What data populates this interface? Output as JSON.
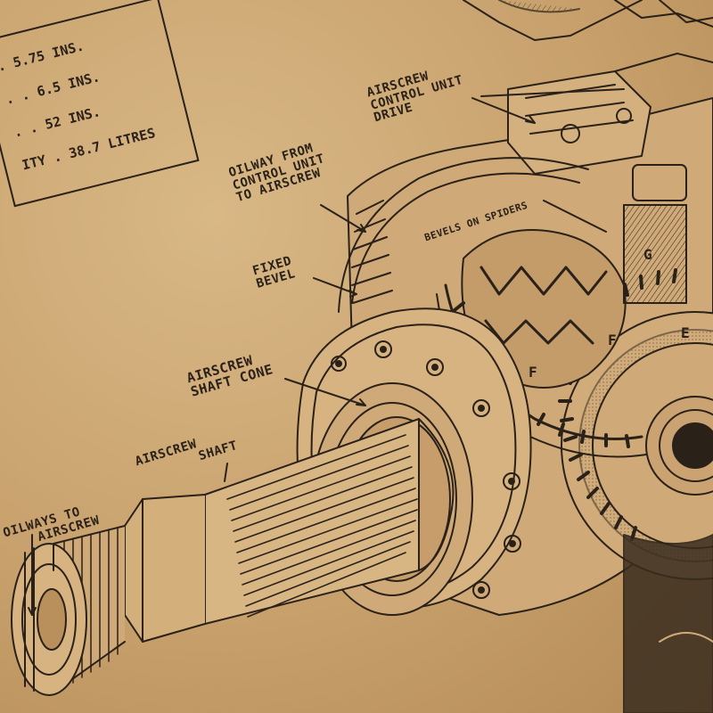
{
  "specs": {
    "line1": ". 5.75 INS.",
    "line2": ". . 6.5 INS.",
    "line3": ". . 52 INS.",
    "line4": "ITY . 38.7 LITRES"
  },
  "labels": {
    "control_unit_drive_1": "AIRSCREW",
    "control_unit_drive_2": "CONTROL UNIT",
    "control_unit_drive_3": "DRIVE",
    "oilway_control_1": "OILWAY FROM",
    "oilway_control_2": "CONTROL UNIT",
    "oilway_control_3": "TO AIRSCREW",
    "bevels_on_spiders": "BEVELS ON SPIDERS",
    "fixed_bevel_1": "FIXED",
    "fixed_bevel_2": "BEVEL",
    "shaft_cone_1": "AIRSCREW",
    "shaft_cone_2": "SHAFT CONE",
    "shaft_1": "AIRSCREW",
    "shaft_2": "SHAFT",
    "oilways_1": "OILWAYS TO",
    "oilways_2": "AIRSCREW",
    "gear_letter_g": "G",
    "gear_letter_f1": "F",
    "gear_letter_f2": "F",
    "gear_letter_e": "E"
  },
  "colors": {
    "paper": "#c9a472",
    "ink": "#2a2118"
  }
}
